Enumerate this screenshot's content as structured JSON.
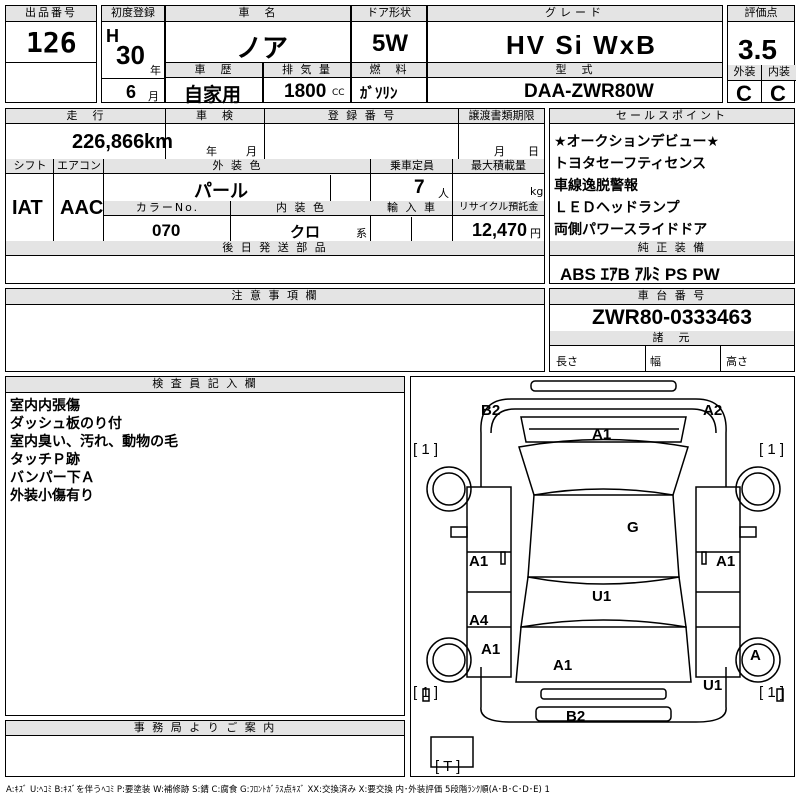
{
  "top": {
    "lot_label": "出品番号",
    "lot": "126",
    "first_reg_label": "初度登録",
    "era": "H",
    "year": "30",
    "year_unit": "年",
    "month": "6",
    "month_unit": "月",
    "name_label": "車　名",
    "name": "ノア",
    "door_label": "ドア形状",
    "door": "5W",
    "grade_label": "グレード",
    "grade": "HV Si WxB",
    "score_label": "評価点",
    "score": "3.5",
    "history_label": "車　歴",
    "history": "自家用",
    "disp_label": "排 気 量",
    "disp": "1800",
    "disp_unit": "CC",
    "fuel_label": "燃　料",
    "fuel": "ｶﾞｿﾘﾝ",
    "model_label": "型　式",
    "model": "DAA-ZWR80W",
    "ext_label": "外装",
    "ext": "C",
    "int_label": "内装",
    "int": "C"
  },
  "mid": {
    "mileage_label": "走　行",
    "mileage": "226,866",
    "mileage_unit": "km",
    "inspect_label": "車　検",
    "inspect_year_unit": "年",
    "inspect_month_unit": "月",
    "regno_label": "登 録 番 号",
    "transfer_label": "譲渡書類期限",
    "transfer_month_unit": "月",
    "transfer_day_unit": "日",
    "shift_label": "シフト",
    "shift": "IAT",
    "ac_label": "エアコン",
    "ac": "AAC",
    "color_label": "外 装 色",
    "color": "パール",
    "cap_label": "乗車定員",
    "cap": "7",
    "cap_unit": "人",
    "load_label": "最大積載量",
    "load_unit": "kg",
    "colorno_label": "カラーNo.",
    "colorno": "070",
    "intcolor_label": "内 装 色",
    "intcolor": "クロ",
    "intcolor_unit": "系",
    "import_label": "輸 入 車",
    "recycle_label": "リサイクル預託金",
    "recycle": "12,470",
    "recycle_unit": "円",
    "later_label": "後 日 発 送 部 品"
  },
  "sales_points": {
    "label": "セールスポイント",
    "items": [
      "★オークションデビュー★",
      "トヨタセーフティセンス",
      "車線逸脱警報",
      "ＬＥＤヘッドランプ",
      "両側パワースライドドア"
    ]
  },
  "equipment": {
    "label": "純 正 装 備",
    "value": "ABS ｴｱB ｱﾙﾐ PS PW"
  },
  "caution": {
    "label": "注 意 事 項 欄"
  },
  "chassis": {
    "label": "車 台 番 号",
    "value": "ZWR80-0333463",
    "spec_label": "諸　元",
    "length_label": "長さ",
    "width_label": "幅",
    "height_label": "高さ"
  },
  "inspector": {
    "label": "検 査 員 記 入 欄",
    "notes": [
      "室内内張傷",
      "ダッシュ板のり付",
      "室内臭い、汚れ、動物の毛",
      "タッチＰ跡",
      "バンパー下Ａ",
      "外装小傷有り"
    ]
  },
  "office": {
    "label": "事 務 局 よ り ご 案 内"
  },
  "diagram": {
    "marks": {
      "b2_top": "B2",
      "a2_top": "A2",
      "a1_roof": "A1",
      "g": "G",
      "a1_left": "A1",
      "a1_right": "A1",
      "u1_center": "U1",
      "a4": "A4",
      "a1_lower_left": "A1",
      "a1_rear": "A1",
      "a_wheel": "A",
      "u1_rear": "U1",
      "b2_rear": "B2",
      "tire_fl": "1",
      "tire_fr": "1",
      "tire_rl": "1",
      "tire_rr": "1",
      "spare": "T"
    }
  },
  "legend": "A:ｷｽﾞ  U:ﾍｺﾐ  B:ｷｽﾞを伴うﾍｺﾐ  P:要塗装  W:補修跡  S:錆  C:腐食  G:ﾌﾛﾝﾄｶﾞﾗｽ点ｷｽﾞ  XX:交換済み  X:要交換  内･外装評価  5段階ﾗﾝｸ順(A･B･C･D･E)  1"
}
